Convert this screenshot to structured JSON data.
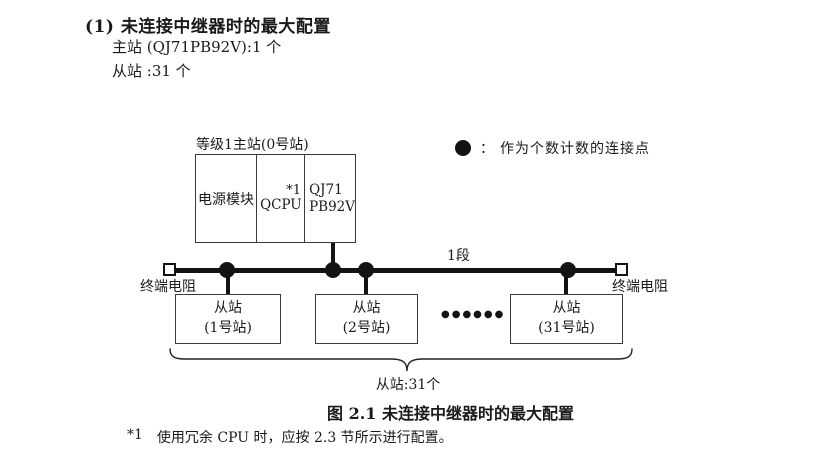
{
  "header": {
    "title": "(1) 未连接中继器时的最大配置",
    "master_line": "主站 (QJ71PB92V):1 个",
    "slave_line": "从站 :31 个"
  },
  "diagram": {
    "master_label": "等级1主站(0号站)",
    "master_modules": {
      "power": "电源模块",
      "cpu": "QCPU",
      "cpu_note": "*1",
      "pb_line1": "QJ71",
      "pb_line2": "PB92V"
    },
    "legend": {
      "separator": "：",
      "text": "作为个数计数的连接点"
    },
    "segment_label": "1段",
    "terminator_left": "终端电阻",
    "terminator_right": "终端电阻",
    "slaves": [
      {
        "line1": "从站",
        "line2": "(1号站)"
      },
      {
        "line1": "从站",
        "line2": "(2号站)"
      },
      {
        "line1": "从站",
        "line2": "(31号站)"
      }
    ],
    "ellipsis": "●●●●●●",
    "brace_label": "从站:31个"
  },
  "caption": "图 2.1 未连接中继器时的最大配置",
  "footnote": {
    "marker": "*1",
    "text": "使用冗余 CPU 时，应按 2.3 节所示进行配置。"
  }
}
